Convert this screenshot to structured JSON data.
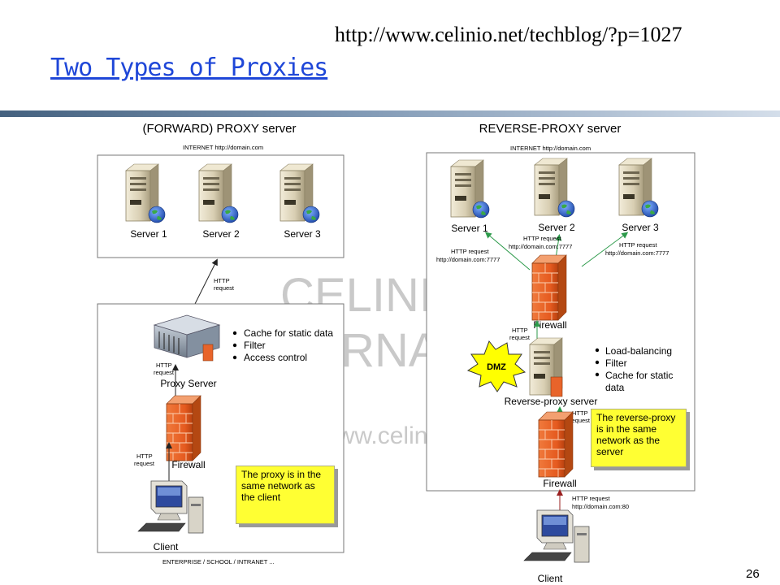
{
  "slide": {
    "url": "http://www.celinio.net/techblog/?p=1027",
    "title": "Two Types of Proxies",
    "page_number": "26"
  },
  "watermark": {
    "line1": "CELINIO",
    "line2": "FERNANDES",
    "line3": "http://www.celinio.net/techblog"
  },
  "forward": {
    "heading": "(FORWARD) PROXY server",
    "internet_label": "INTERNET  http://domain.com",
    "servers": [
      "Server 1",
      "Server 2",
      "Server 3"
    ],
    "http_request_top": [
      "HTTP",
      "request"
    ],
    "http_request_mid": [
      "HTTP",
      "request"
    ],
    "http_request_low": [
      "HTTP",
      "request"
    ],
    "proxy_label": "Proxy Server",
    "firewall_label": "Firewall",
    "client_label": "Client",
    "features": [
      "Cache for static data",
      "Filter",
      "Access control"
    ],
    "note": "The proxy is in the same network as the client",
    "enterprise_label": "ENTERPRISE / SCHOOL / INTRANET ..."
  },
  "reverse": {
    "heading": "REVERSE-PROXY server",
    "internet_label": "INTERNET      http://domain.com",
    "servers": [
      "Server 1",
      "Server 2",
      "Server 3"
    ],
    "req_left": [
      "HTTP request",
      "http://domain.com:7777"
    ],
    "req_mid": [
      "HTTP request",
      "http://domain.com:7777"
    ],
    "req_right": [
      "HTTP request",
      "http://domain.com:7777"
    ],
    "firewall_top_label": "Firewall",
    "http_request_mid": [
      "HTTP",
      "request"
    ],
    "dmz_label": "DMZ",
    "features": [
      "Load-balancing",
      "Filter",
      "Cache for static",
      "data"
    ],
    "reverse_proxy_label": "Reverse-proxy server",
    "http_request_low": [
      "HTTP",
      "request"
    ],
    "note": "The reverse-proxy is in the same network as the server",
    "firewall_bottom_label": "Firewall",
    "client_req": [
      "HTTP request",
      "http://domain.com:80"
    ],
    "client_label": "Client"
  },
  "colors": {
    "title_blue": "#1f47d8",
    "note_yellow": "#ffff33",
    "firewall_orange": "#e8642a",
    "arrow_green": "#2c9a4a",
    "arrow_red": "#9a1f1f"
  }
}
